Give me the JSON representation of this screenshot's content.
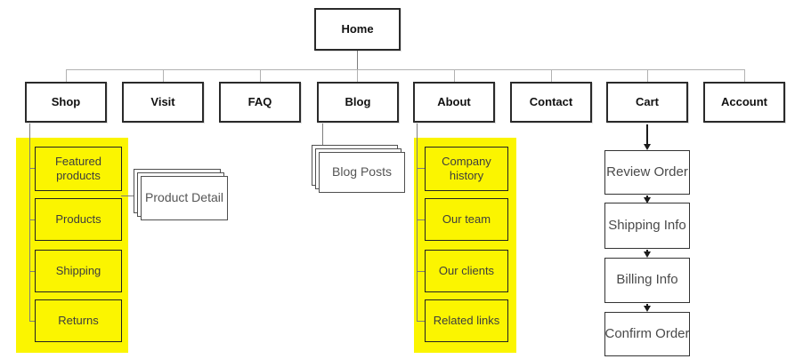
{
  "sitemap": {
    "home": {
      "label": "Home"
    },
    "main_nav": [
      {
        "label": "Shop"
      },
      {
        "label": "Visit"
      },
      {
        "label": "FAQ"
      },
      {
        "label": "Blog"
      },
      {
        "label": "About"
      },
      {
        "label": "Contact"
      },
      {
        "label": "Cart"
      },
      {
        "label": "Account"
      }
    ],
    "shop_pages": [
      {
        "label": "Featured products"
      },
      {
        "label": "Products"
      },
      {
        "label": "Shipping"
      },
      {
        "label": "Returns"
      }
    ],
    "product_detail_stack": {
      "label": "Product Detail"
    },
    "blog_stack": {
      "label": "Blog Posts"
    },
    "about_pages": [
      {
        "label": "Company history"
      },
      {
        "label": "Our team"
      },
      {
        "label": "Our clients"
      },
      {
        "label": "Related links"
      }
    ],
    "cart_flow": [
      {
        "label": "Review Order"
      },
      {
        "label": "Shipping Info"
      },
      {
        "label": "Billing Info"
      },
      {
        "label": "Confirm Order"
      }
    ],
    "colors": {
      "highlight": "#FBF500",
      "tree_line": "#b2b2b2",
      "branch_line": "#7d7d7d",
      "arrow": "#1a1a1a",
      "box_border": "#2a2a2a"
    }
  }
}
